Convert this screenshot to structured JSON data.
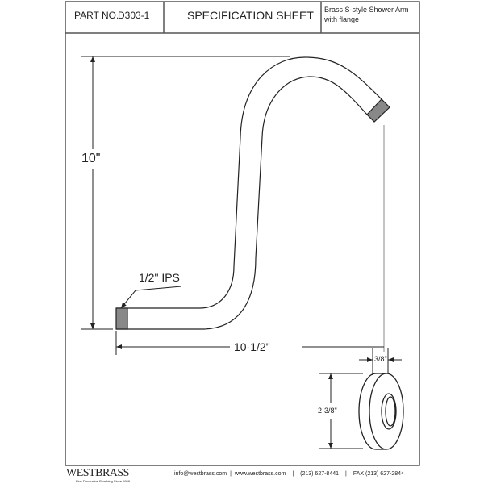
{
  "header": {
    "part_no_label": "PART NO.",
    "part_no": "D303-1",
    "title": "SPECIFICATION SHEET",
    "description": "Brass S-style Shower Arm with flange"
  },
  "dimensions": {
    "height": "10\"",
    "length": "10-1/2\"",
    "thread": "1/2\" IPS",
    "flange_thickness": "3/8\"",
    "flange_diameter": "2-3/8\""
  },
  "footer": {
    "brand": "WESTBRASS",
    "tagline": "Fine Decorative Plumbing Since 1959",
    "email": "info@westbrass.com",
    "website": "www.westbrass.com",
    "phone": "(213) 627-8441",
    "fax": "FAX (213) 627-2844",
    "separator": "|"
  }
}
